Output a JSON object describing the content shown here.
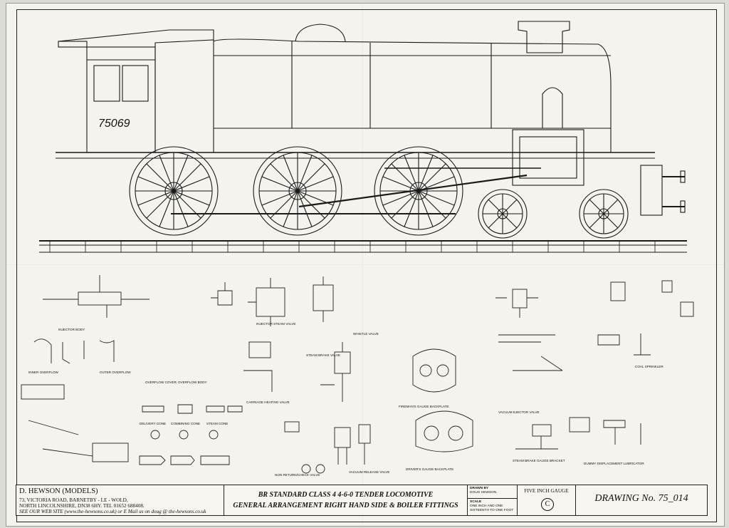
{
  "drawing": {
    "loco_number": "75069",
    "firm": "D. HEWSON (MODELS)",
    "address_line1": "73, VICTORIA ROAD, BARNETBY - LE - WOLD,",
    "address_line2": "NORTH LINCOLNSHIRE, DN38 6HY.  TEL 01652 688408.",
    "website_line": "SEE OUR WEB SITE (www.the-hewsons.co.uk) or E Mail us on doug @ the-hewsons.co.uk",
    "title_line1": "BR STANDARD CLASS 4 4-6-0  TENDER LOCOMOTIVE",
    "title_line2": "GENERAL ARRANGEMENT RIGHT HAND SIDE & BOILER FITTINGS",
    "drawn_by_label": "DRAWN BY",
    "drawn_by": "DOUG HEWSON",
    "scale_label": "SCALE",
    "scale": "ONE INCH AND ONE SIXTEENTH TO ONE FOOT",
    "gauge": "FIVE INCH GAUGE",
    "copyright_symbol": "C",
    "drawing_number": "DRAWING No. 75_014"
  },
  "fitting_labels": [
    "INJECTOR BODY",
    "INNER OVERFLOW",
    "OUTER OVERFLOW",
    "DELIVERY CONE",
    "COMBINING CONE",
    "STEAM CONE",
    "OVERFLOW COVER",
    "OVERFLOW BODY",
    "INJECTOR STEAM VALVE",
    "CARRIAGE HEATING VALVE",
    "STEAM BRAKE VALVE",
    "WHISTLE VALVE",
    "NON RETURN/CHECK VALVE",
    "VACUUM RELEASE VALVE",
    "DRIVER'S GAUGE BACKPLATE",
    "FIREMAN'S GAUGE BACKPLATE",
    "STEAM BRAKE GAUGE BRACKET",
    "VACUUM EJECTOR VALVE",
    "COAL SPRINKLER",
    "DUMMY DISPLACEMENT LUBRICATOR"
  ]
}
